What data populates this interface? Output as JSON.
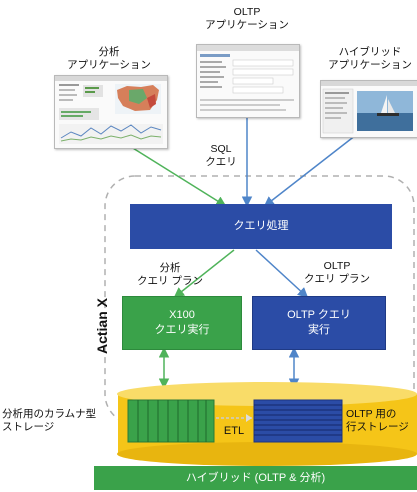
{
  "apps": {
    "analytics": {
      "line1": "分析",
      "line2": "アプリケーション"
    },
    "oltp": {
      "line1": "OLTP",
      "line2": "アプリケーション"
    },
    "hybrid": {
      "line1": "ハイブリッド",
      "line2": "アプリケーション"
    }
  },
  "sql_query": {
    "line1": "SQL",
    "line2": "クエリ"
  },
  "query_processing": "クエリ処理",
  "plans": {
    "analytics": {
      "line1": "分析",
      "line2": "クエリ プラン"
    },
    "oltp": {
      "line1": "OLTP",
      "line2": "クエリ プラン"
    }
  },
  "side_label": "Actian X",
  "engines": {
    "x100": {
      "line1": "X100",
      "line2": "クエリ実行"
    },
    "oltp": {
      "line1": "OLTP クエリ",
      "line2": "実行"
    }
  },
  "storage": {
    "columnar": {
      "line1": "分析用のカラムナ型",
      "line2": "ストレージ"
    },
    "row": {
      "line1": "OLTP 用の",
      "line2": "行ストレージ"
    },
    "etl": "ETL"
  },
  "footer": "ハイブリッド (OLTP & 分析)",
  "colors": {
    "blue_box": "#2b4ca6",
    "green_box": "#3aa24a",
    "storage_yellow": "#f5c518",
    "green_arrow": "#4fb35a",
    "blue_arrow": "#4f85c9"
  }
}
